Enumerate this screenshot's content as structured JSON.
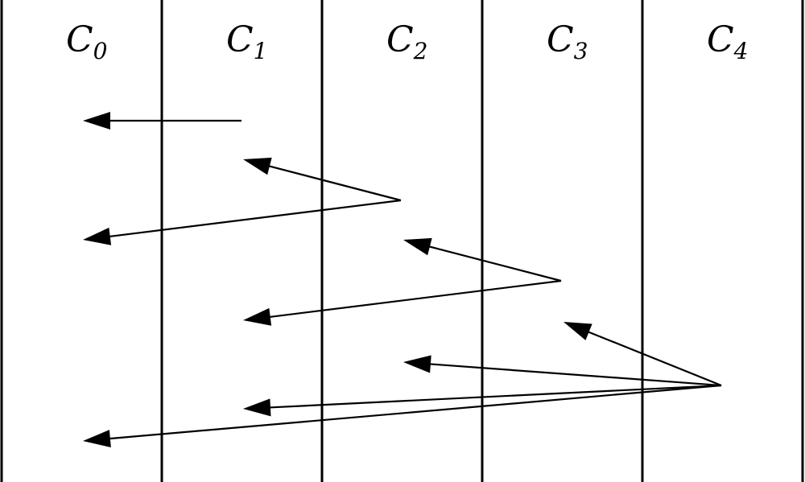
{
  "diagram": {
    "columns": [
      {
        "id": "c0",
        "base": "C",
        "sub": "0"
      },
      {
        "id": "c1",
        "base": "C",
        "sub": "1"
      },
      {
        "id": "c2",
        "base": "C",
        "sub": "2"
      },
      {
        "id": "c3",
        "base": "C",
        "sub": "3"
      },
      {
        "id": "c4",
        "base": "C",
        "sub": "4"
      }
    ],
    "messages": [
      {
        "from": "c1",
        "to": "c0"
      },
      {
        "from": "c2",
        "to": "c1"
      },
      {
        "from": "c2",
        "to": "c0"
      },
      {
        "from": "c3",
        "to": "c2"
      },
      {
        "from": "c3",
        "to": "c1"
      },
      {
        "from": "c4",
        "to": "c3"
      },
      {
        "from": "c4",
        "to": "c2"
      },
      {
        "from": "c4",
        "to": "c1"
      },
      {
        "from": "c4",
        "to": "c0"
      }
    ]
  }
}
